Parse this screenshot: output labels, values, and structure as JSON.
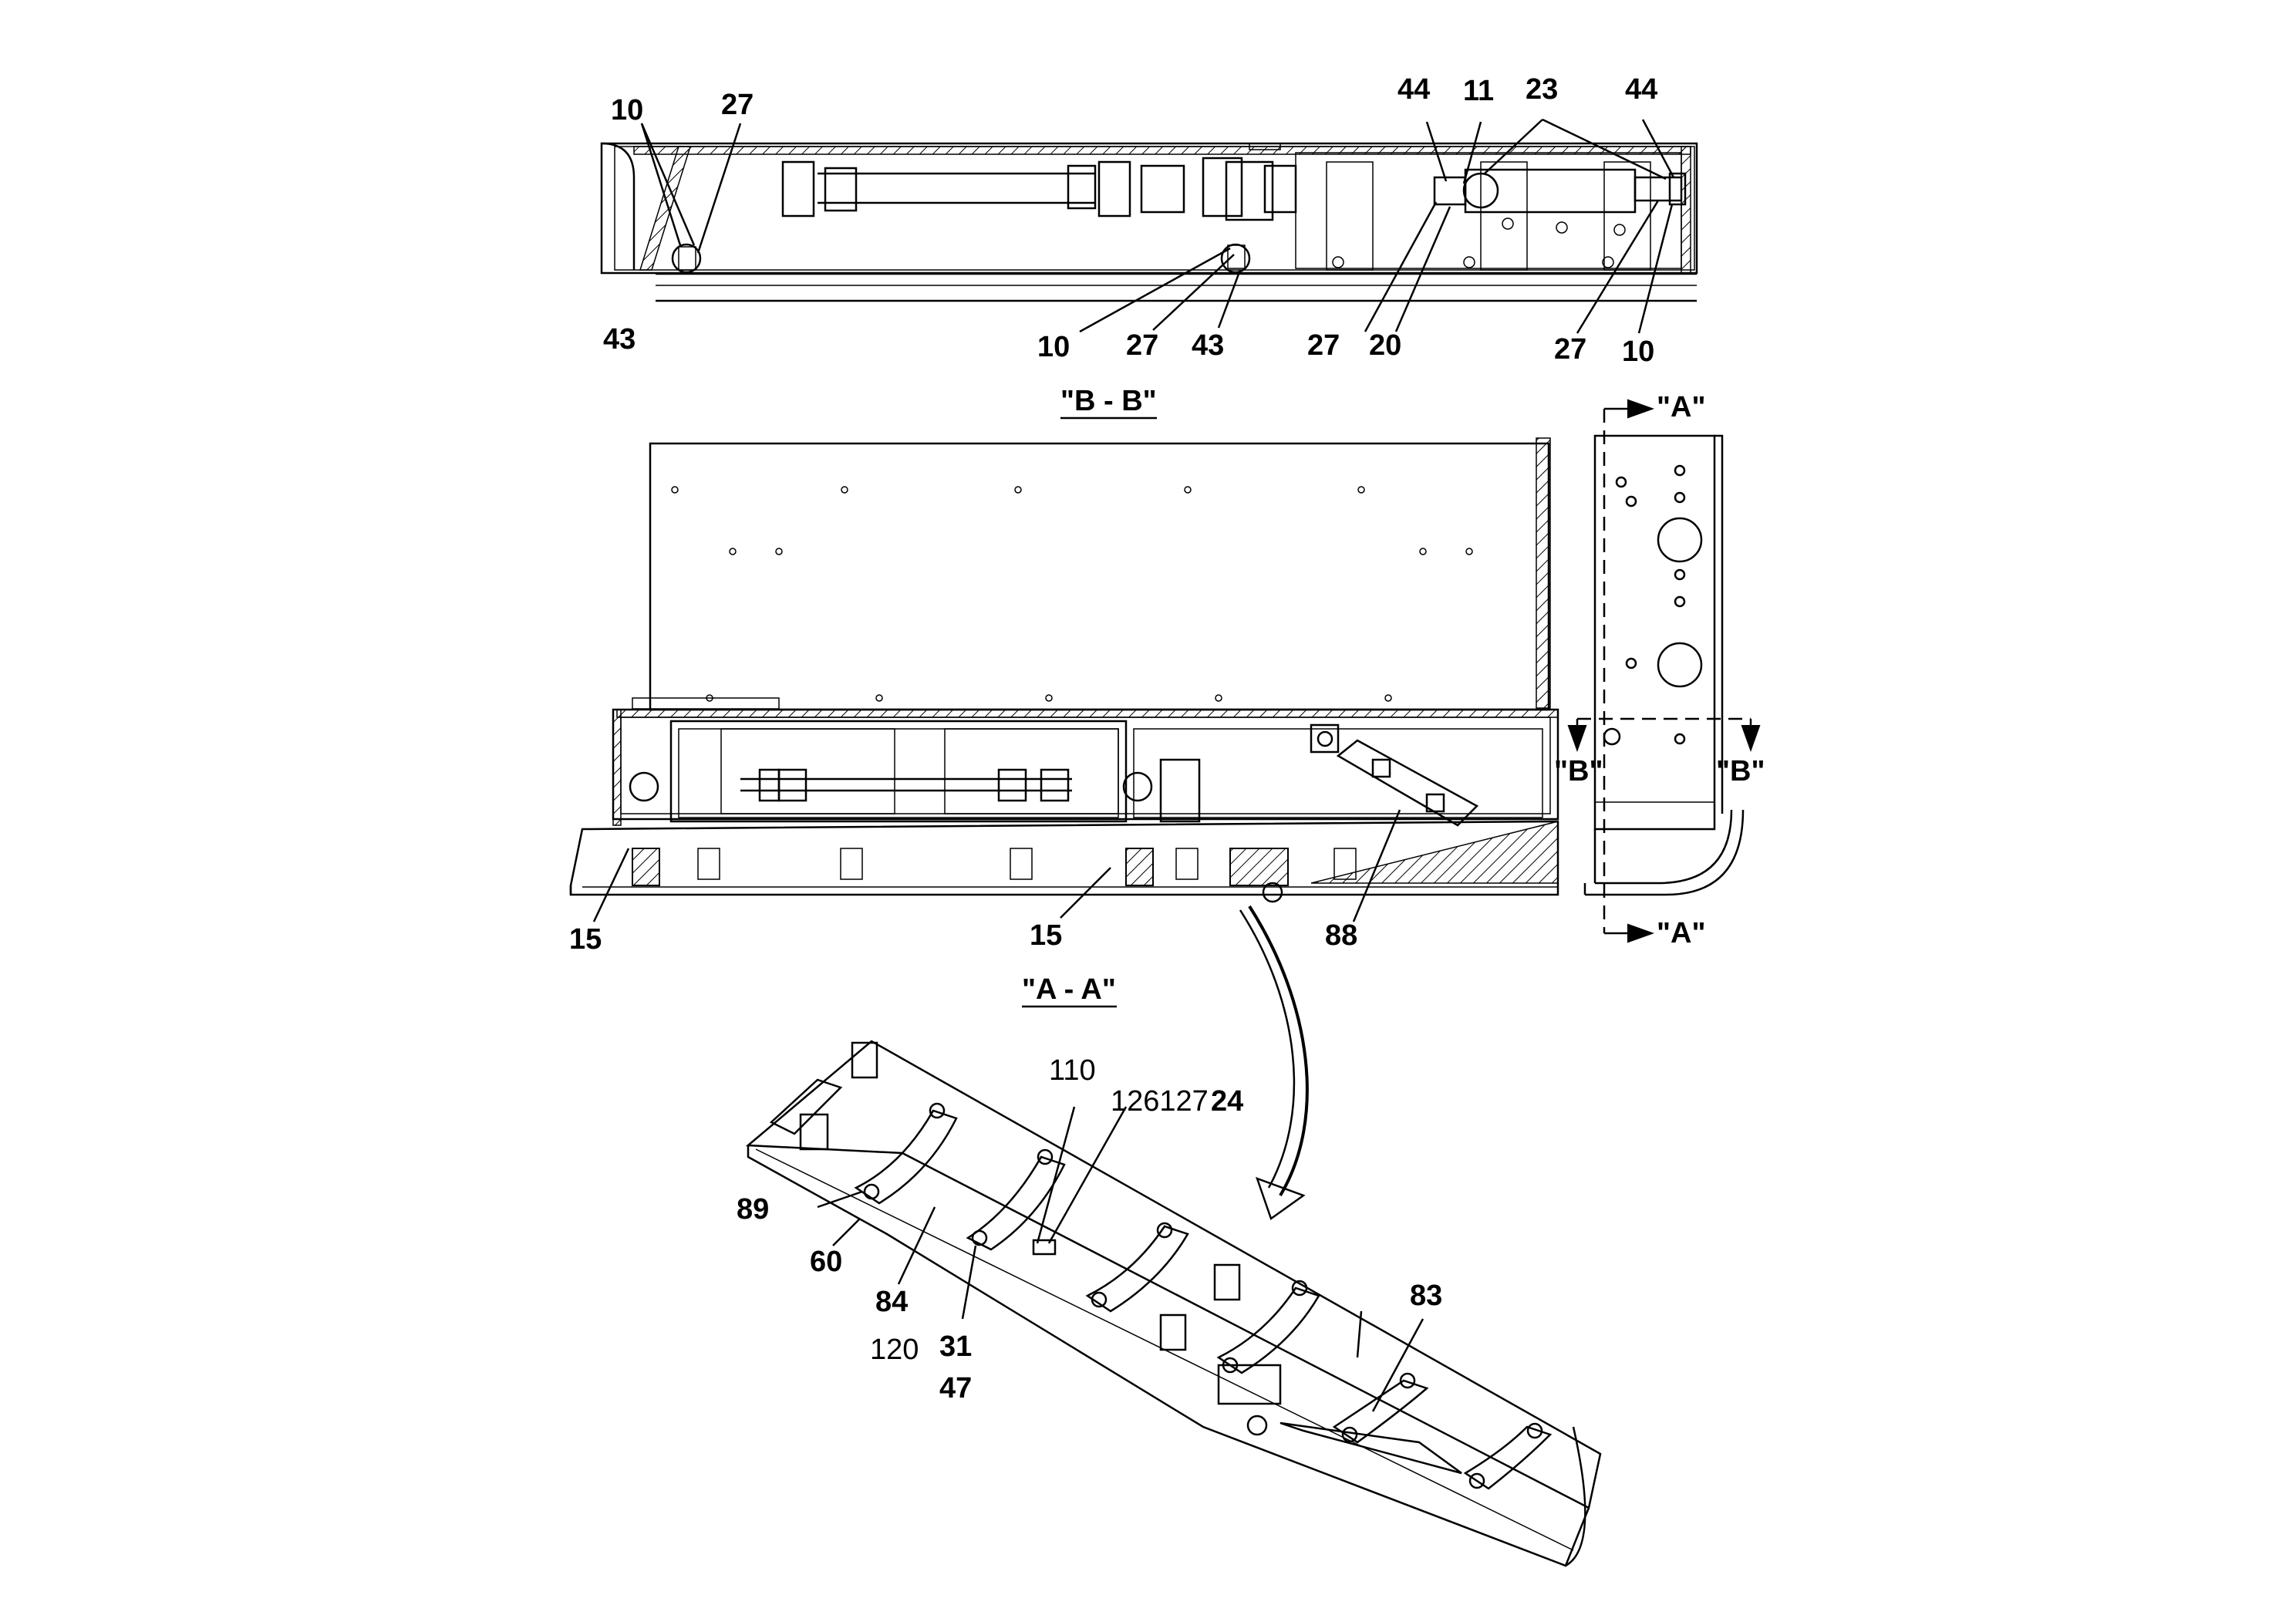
{
  "views": {
    "bb_title": "\"B - B\"",
    "aa_title": "\"A - A\"",
    "section_a_top": "\"A\"",
    "section_a_bottom": "\"A\"",
    "section_b_left": "\"B\"",
    "section_b_right": "\"B\""
  },
  "callouts": {
    "top_10_left": "10",
    "top_27_left": "27",
    "top_43_left": "43",
    "top_10_mid": "10",
    "top_27_mid": "27",
    "top_43_mid": "43",
    "top_44_left": "44",
    "top_11": "11",
    "top_23": "23",
    "top_44_right": "44",
    "top_27_r1": "27",
    "top_20": "20",
    "top_27_r2": "27",
    "top_10_right": "10",
    "mid_15_left": "15",
    "mid_15_mid": "15",
    "mid_88": "88",
    "iso_110": "110",
    "iso_126127": "126127",
    "iso_24": "24",
    "iso_89": "89",
    "iso_60": "60",
    "iso_84": "84",
    "iso_120": "120",
    "iso_31": "31",
    "iso_47": "47",
    "iso_83": "83"
  }
}
